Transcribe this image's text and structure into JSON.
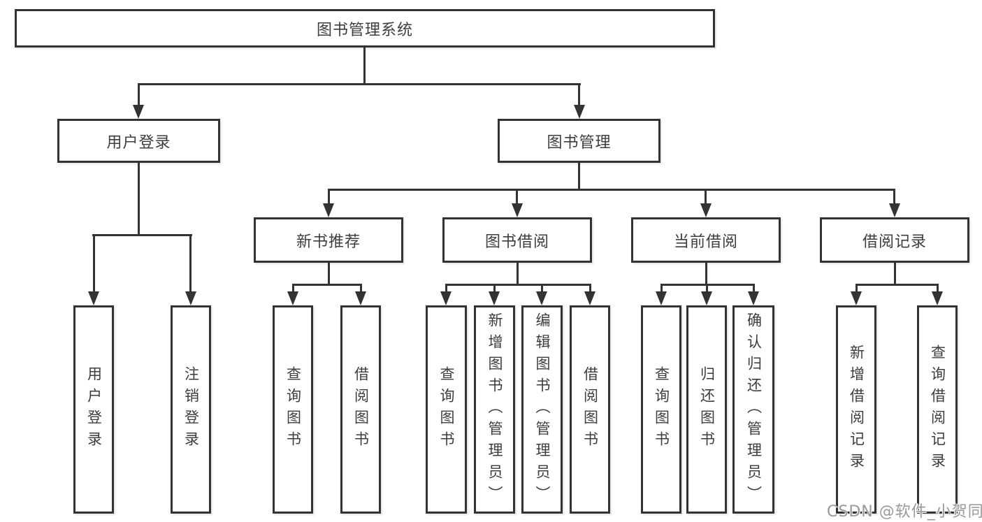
{
  "title": {
    "label": "图书管理系统"
  },
  "user_login": {
    "label": "用户登录",
    "children": [
      {
        "label": "用户登录"
      },
      {
        "label": "注销登录"
      }
    ]
  },
  "book_management": {
    "label": "图书管理",
    "sections": [
      {
        "label": "新书推荐",
        "children": [
          {
            "label": "查询图书"
          },
          {
            "label": "借阅图书"
          }
        ]
      },
      {
        "label": "图书借阅",
        "children": [
          {
            "label": "查询图书"
          },
          {
            "label": "新增图书（管理员）"
          },
          {
            "label": "编辑图书（管理员）"
          },
          {
            "label": "借阅图书"
          }
        ]
      },
      {
        "label": "当前借阅",
        "children": [
          {
            "label": "查询图书"
          },
          {
            "label": "归还图书"
          },
          {
            "label": "确认归还（管理员）"
          }
        ]
      },
      {
        "label": "借阅记录",
        "children": [
          {
            "label": "新增借阅记录"
          },
          {
            "label": "查询借阅记录"
          }
        ]
      }
    ]
  },
  "watermark": {
    "text": "CSDN @软件_小贺同学"
  },
  "colors": {
    "line": "#333333",
    "text": "#3d3d3d",
    "background": "#ffffff",
    "watermark": "#999999"
  }
}
